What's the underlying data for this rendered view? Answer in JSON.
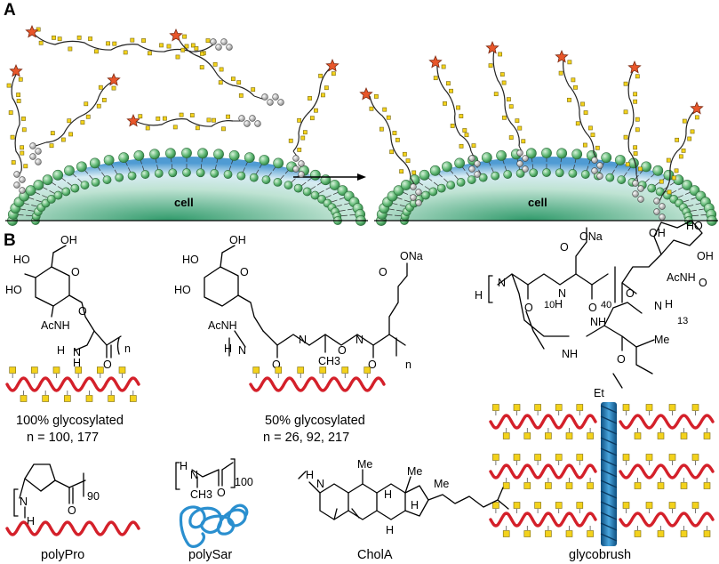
{
  "panels": {
    "a": "A",
    "b": "B"
  },
  "cell_label": "cell",
  "structure_labels": {
    "ho": "HO",
    "oh": "OH",
    "acnh": "AcNH",
    "o": "O",
    "h": "H",
    "n": "N",
    "nh": "NH",
    "n_sub": "n",
    "ona": "ONa",
    "ch3": "CH3",
    "me": "Me",
    "et": "Et",
    "sub_90": "90",
    "sub_100": "100",
    "sub_10": "10",
    "sub_40": "40",
    "sub_13": "13"
  },
  "captions": {
    "glyco100_line1": "100% glycosylated",
    "glyco100_line2": "n = 100, 177",
    "glyco50_line1": "50% glycosylated",
    "glyco50_line2": "n = 26, 92, 217",
    "polypro": "polyPro",
    "polysar": "polySar",
    "chola": "CholA",
    "glycobrush": "glycobrush"
  },
  "colors": {
    "helix_red": "#d4202a",
    "sugar_yellow": "#f3d21c",
    "star_orange": "#e8562a",
    "lipid_green": "#4caa6a",
    "polysar_blue": "#2a8fcf",
    "brush_blue": "#1f6fa8"
  }
}
